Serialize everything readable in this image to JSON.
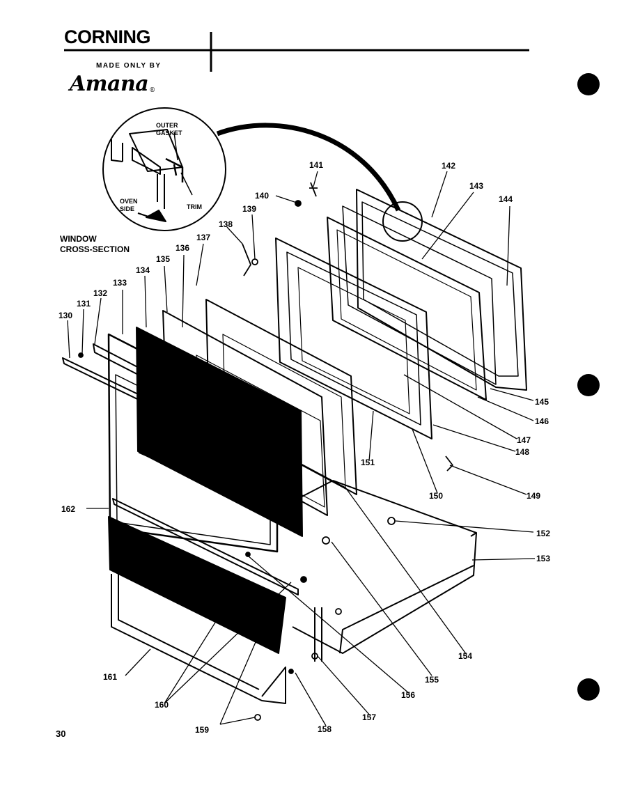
{
  "brand": "CORNING",
  "made_by": "MADE ONLY BY",
  "manufacturer_logo": "Amana",
  "window_section": {
    "title_line1": "WINDOW",
    "title_line2": "CROSS-SECTION",
    "outer_gasket_1": "OUTER",
    "outer_gasket_2": "GASKET",
    "trim": "TRIM",
    "oven_side_1": "OVEN",
    "oven_side_2": "SIDE"
  },
  "parts": {
    "p130": "130",
    "p131": "131",
    "p132": "132",
    "p133": "133",
    "p134": "134",
    "p135": "135",
    "p136": "136",
    "p137": "137",
    "p138": "138",
    "p139": "139",
    "p140": "140",
    "p141": "141",
    "p142": "142",
    "p143": "143",
    "p144": "144",
    "p145": "145",
    "p146": "146",
    "p147": "147",
    "p148": "148",
    "p149": "149",
    "p150": "150",
    "p151": "151",
    "p152": "152",
    "p153": "153",
    "p154": "154",
    "p155": "155",
    "p156": "156",
    "p157": "157",
    "p158": "158",
    "p159": "159",
    "p160": "160",
    "p161": "161",
    "p162": "162"
  },
  "page_number": "30"
}
